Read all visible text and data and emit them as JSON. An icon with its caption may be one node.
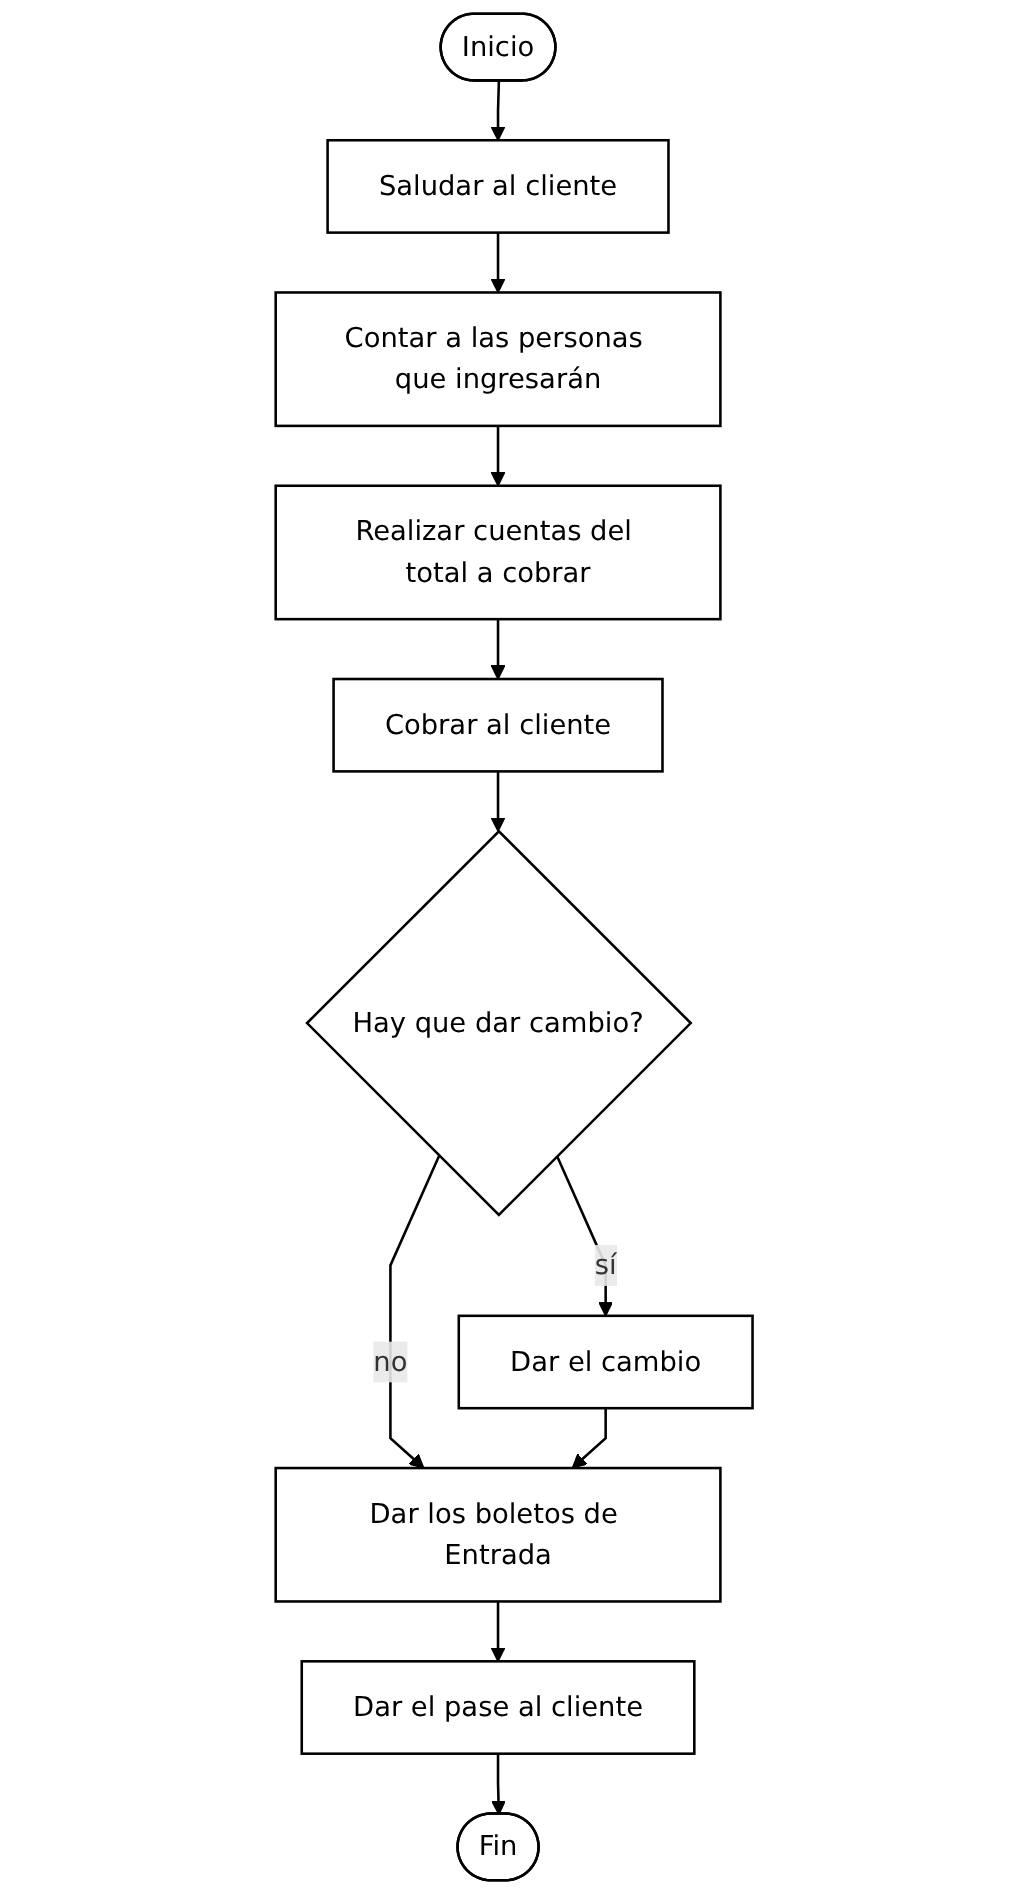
{
  "diagram": {
    "nodes": [
      {
        "text": [
          "Inicio"
        ]
      },
      {
        "text": [
          "Saludar al cliente"
        ]
      },
      {
        "text": [
          "Contar a las personas que ingresarán"
        ]
      },
      {
        "text": [
          "Realizar cuentas del total a cobrar"
        ]
      },
      {
        "text": [
          "Cobrar al cliente"
        ]
      },
      {
        "text": [
          "Hay que dar cambio?"
        ]
      },
      {
        "text": [
          "Dar el cambio"
        ]
      },
      {
        "text": [
          "Dar los boletos de Entrada"
        ]
      },
      {
        "text": [
          "Dar el pase al cliente"
        ]
      },
      {
        "text": [
          "Fin"
        ]
      }
    ],
    "edges": [
      {
        "from": 0,
        "to": 1,
        "arrow": "to"
      },
      {
        "from": 1,
        "to": 2,
        "arrow": "to"
      },
      {
        "from": 2,
        "to": 3,
        "arrow": "to"
      },
      {
        "from": 3,
        "to": 4,
        "arrow": "to"
      },
      {
        "from": 4,
        "to": 5,
        "arrow": "to"
      },
      {
        "from": 5,
        "to": 6,
        "label": "sí",
        "arrow": "to"
      },
      {
        "from": 5,
        "to": 7,
        "label": "no",
        "arrow": "to"
      },
      {
        "from": 6,
        "to": 7,
        "arrow": "to"
      },
      {
        "from": 7,
        "to": 8,
        "arrow": "to"
      },
      {
        "from": 8,
        "to": 9,
        "arrow": "to"
      }
    ]
  }
}
